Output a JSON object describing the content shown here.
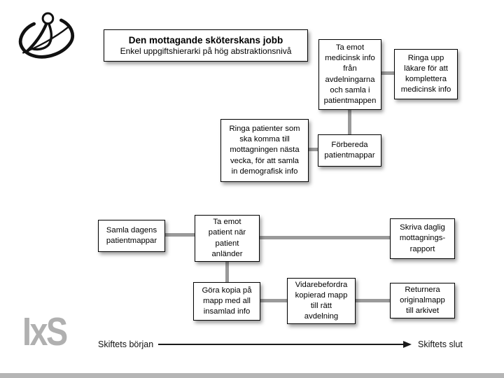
{
  "slide": {
    "header": {
      "title": "Den mottagande sköterskans jobb",
      "subtitle": "Enkel uppgiftshierarki på hög abstraktionsnivå"
    },
    "watermark": "IxS",
    "timeline": {
      "start_label": "Skiftets början",
      "end_label": "Skiftets slut"
    },
    "colors": {
      "connector": "#9a9a9a",
      "box_border": "#000000",
      "box_fill": "#ffffff",
      "watermark": "#b0b0b0",
      "footer_strip": "#b5b5b5"
    }
  },
  "diagram": {
    "nodes": [
      {
        "id": "receive-medical-info",
        "label": "Ta emot\nmedicinsk info\nfrån\navdelningarna\noch samla i\npatientmappen"
      },
      {
        "id": "call-doctor",
        "label": "Ringa upp\nläkare för att\nkomplettera\nmedicinsk info"
      },
      {
        "id": "call-patients",
        "label": "Ringa patienter som\nska komma till\nmottagningen nästa\nvecka, för att samla\nin demografisk info"
      },
      {
        "id": "prepare-folders",
        "label": "Förbereda\npatientmappar"
      },
      {
        "id": "collect-folders",
        "label": "Samla dagens\npatientmappar"
      },
      {
        "id": "receive-patient",
        "label": "Ta emot\npatient när\npatient\nanländer"
      },
      {
        "id": "write-report",
        "label": "Skriva daglig\nmottagnings-\nrapport"
      },
      {
        "id": "copy-folder",
        "label": "Göra kopia på\nmapp med all\ninsamlad info"
      },
      {
        "id": "forward-folder",
        "label": "Vidarebefordra\nkopierad mapp\ntill rätt\navdelning"
      },
      {
        "id": "return-folder",
        "label": "Returnera\noriginalmapp\ntill arkivet"
      }
    ],
    "edges": [
      {
        "from": "receive-medical-info",
        "to": "call-doctor"
      },
      {
        "from": "receive-medical-info",
        "to": "prepare-folders"
      },
      {
        "from": "call-patients",
        "to": "prepare-folders"
      },
      {
        "from": "collect-folders",
        "to": "receive-patient"
      },
      {
        "from": "receive-patient",
        "to": "write-report"
      },
      {
        "from": "receive-patient",
        "to": "copy-folder"
      },
      {
        "from": "copy-folder",
        "to": "forward-folder"
      },
      {
        "from": "forward-folder",
        "to": "return-folder"
      }
    ]
  }
}
